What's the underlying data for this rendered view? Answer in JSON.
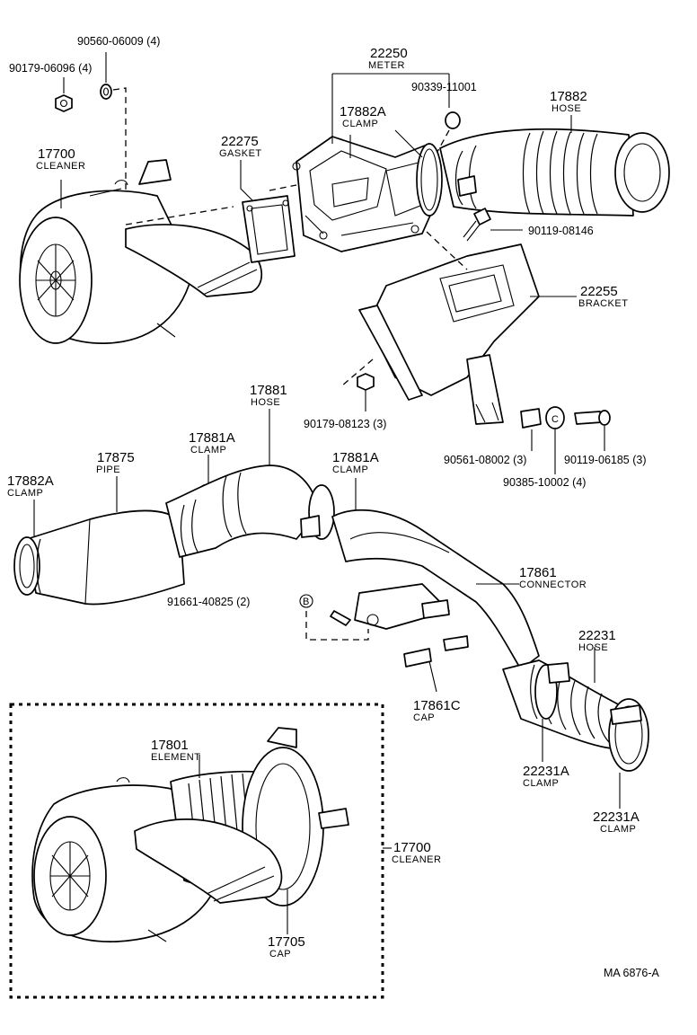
{
  "labels": {
    "p90560": "90560-06009 (4)",
    "p90179a": "90179-06096 (4)",
    "p22250": "22250",
    "p22250n": "METER",
    "p90339": "90339-11001",
    "p17882a_top": "17882A",
    "p17882a_top_n": "CLAMP",
    "p17882": "17882",
    "p17882n": "HOSE",
    "p22275": "22275",
    "p22275n": "GASKET",
    "p17700": "17700",
    "p17700n": "CLEANER",
    "p90119a": "90119-08146",
    "p22255": "22255",
    "p22255n": "BRACKET",
    "p17881": "17881",
    "p17881n": "HOSE",
    "p90179b": "90179-08123 (3)",
    "p90561": "90561-08002 (3)",
    "p90119b": "90119-06185 (3)",
    "p90385": "90385-10002 (4)",
    "p17881a_l": "17881A",
    "p17881a_l_n": "CLAMP",
    "p17875": "17875",
    "p17875n": "PIPE",
    "p17882a_l": "17882A",
    "p17882a_l_n": "CLAMP",
    "p17881a_r": "17881A",
    "p17881a_r_n": "CLAMP",
    "p17861": "17861",
    "p17861n": "CONNECTOR",
    "p91661": "91661-40825 (2)",
    "marker_b": "B",
    "p22231": "22231",
    "p22231n": "HOSE",
    "p17861c": "17861C",
    "p17861cn": "CAP",
    "p17801": "17801",
    "p17801n": "ELEMENT",
    "p22231a_1": "22231A",
    "p22231a_1n": "CLAMP",
    "p22231a_2": "22231A",
    "p22231a_2n": "CLAMP",
    "p17700b": "17700",
    "p17700bn": "CLEANER",
    "p17705": "17705",
    "p17705n": "CAP",
    "ref": "MA  6876-A"
  }
}
